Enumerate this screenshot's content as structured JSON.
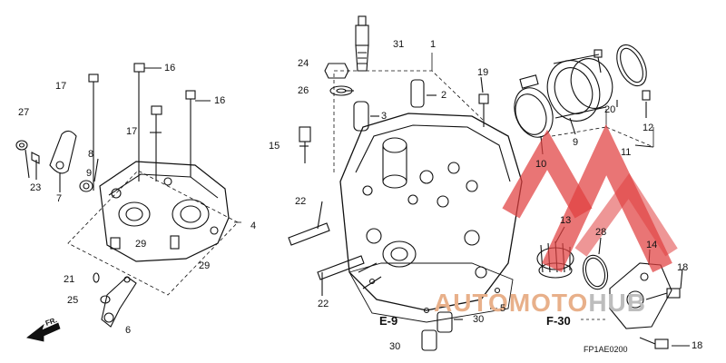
{
  "diagram": {
    "code": "FP1AE0200",
    "front_label": "FR.",
    "refs": [
      "E-9",
      "F-30"
    ]
  },
  "watermark": {
    "text_a": "AUTOMOTO",
    "text_b": "HUB",
    "color_red": "#e04040",
    "color_orange": "#e8b08a",
    "color_gray": "#bdbdbd"
  },
  "callouts": [
    {
      "id": "c27",
      "label": "27"
    },
    {
      "id": "c23",
      "label": "23"
    },
    {
      "id": "c7",
      "label": "7"
    },
    {
      "id": "c8",
      "label": "8"
    },
    {
      "id": "c9l",
      "label": "9"
    },
    {
      "id": "c17a",
      "label": "17"
    },
    {
      "id": "c17b",
      "label": "17"
    },
    {
      "id": "c16a",
      "label": "16"
    },
    {
      "id": "c16b",
      "label": "16"
    },
    {
      "id": "c4",
      "label": "4"
    },
    {
      "id": "c29a",
      "label": "29"
    },
    {
      "id": "c29b",
      "label": "29"
    },
    {
      "id": "c21",
      "label": "21"
    },
    {
      "id": "c25",
      "label": "25"
    },
    {
      "id": "c6",
      "label": "6"
    },
    {
      "id": "c24",
      "label": "24"
    },
    {
      "id": "c26",
      "label": "26"
    },
    {
      "id": "c31",
      "label": "31"
    },
    {
      "id": "c1",
      "label": "1"
    },
    {
      "id": "c19",
      "label": "19"
    },
    {
      "id": "c2",
      "label": "2"
    },
    {
      "id": "c3",
      "label": "3"
    },
    {
      "id": "c15",
      "label": "15"
    },
    {
      "id": "c22a",
      "label": "22"
    },
    {
      "id": "c22b",
      "label": "22"
    },
    {
      "id": "c10",
      "label": "10"
    },
    {
      "id": "c9r",
      "label": "9"
    },
    {
      "id": "c20",
      "label": "20"
    },
    {
      "id": "c12",
      "label": "12"
    },
    {
      "id": "c11",
      "label": "11"
    },
    {
      "id": "c13",
      "label": "13"
    },
    {
      "id": "c28",
      "label": "28"
    },
    {
      "id": "c14",
      "label": "14"
    },
    {
      "id": "c18a",
      "label": "18"
    },
    {
      "id": "c18b",
      "label": "18"
    },
    {
      "id": "c5",
      "label": "5"
    },
    {
      "id": "c30a",
      "label": "30"
    },
    {
      "id": "c30b",
      "label": "30"
    }
  ]
}
